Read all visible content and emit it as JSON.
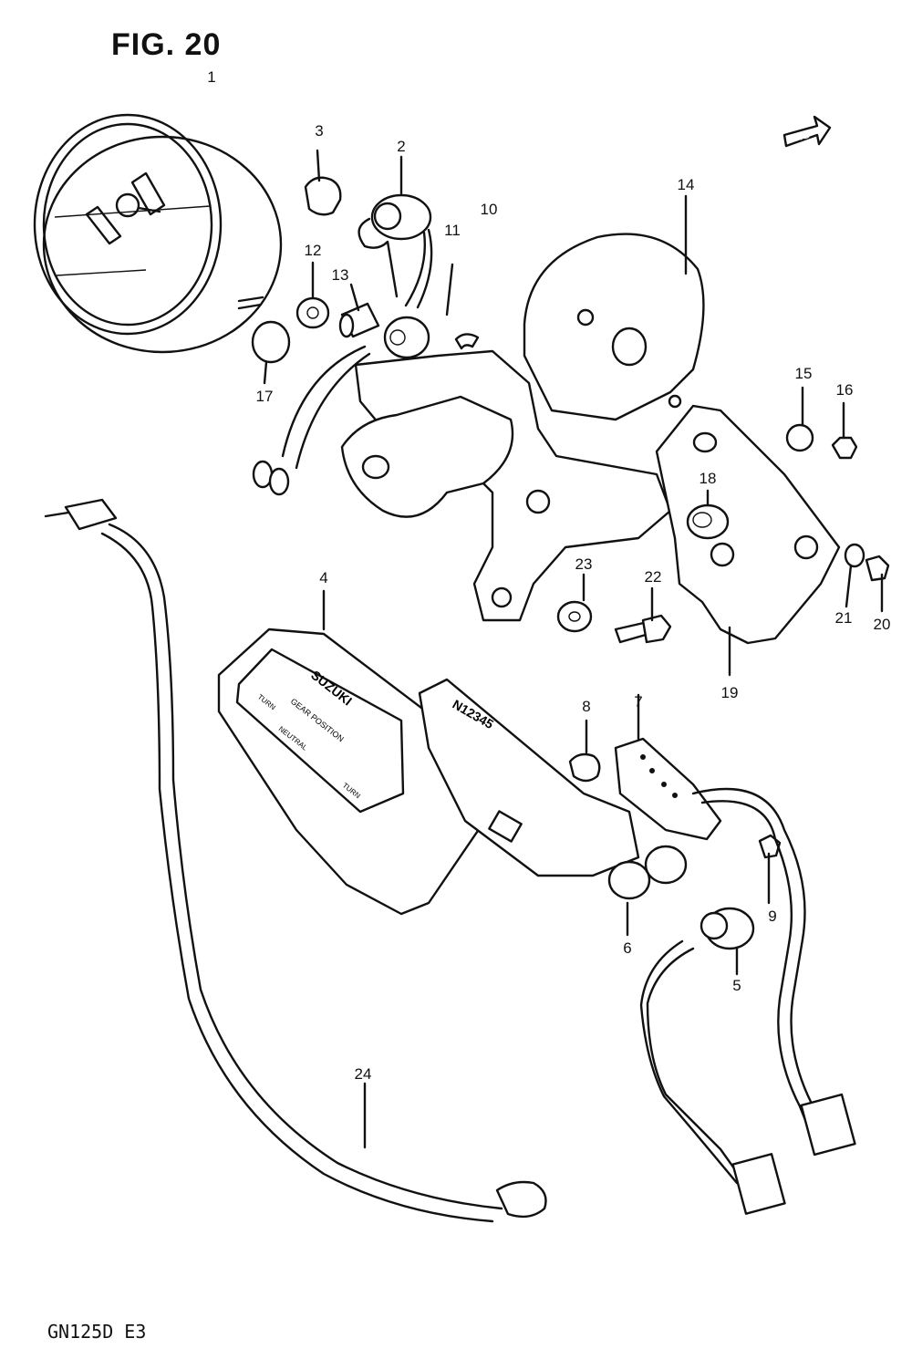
{
  "figure": {
    "title": "FIG. 20",
    "footer": "GN125D E3",
    "fwd_label": "FWD"
  },
  "panel_text": {
    "brand": "SUZUKI",
    "gear_position": "GEAR POSITION",
    "turn_left": "TURN",
    "neutral": "NEUTRAL",
    "turn_right": "TURN",
    "digits": "N12345"
  },
  "callouts": [
    "1",
    "2",
    "3",
    "4",
    "5",
    "6",
    "7",
    "8",
    "9",
    "10",
    "11",
    "12",
    "13",
    "14",
    "15",
    "16",
    "17",
    "18",
    "19",
    "20",
    "21",
    "22",
    "23",
    "24"
  ]
}
